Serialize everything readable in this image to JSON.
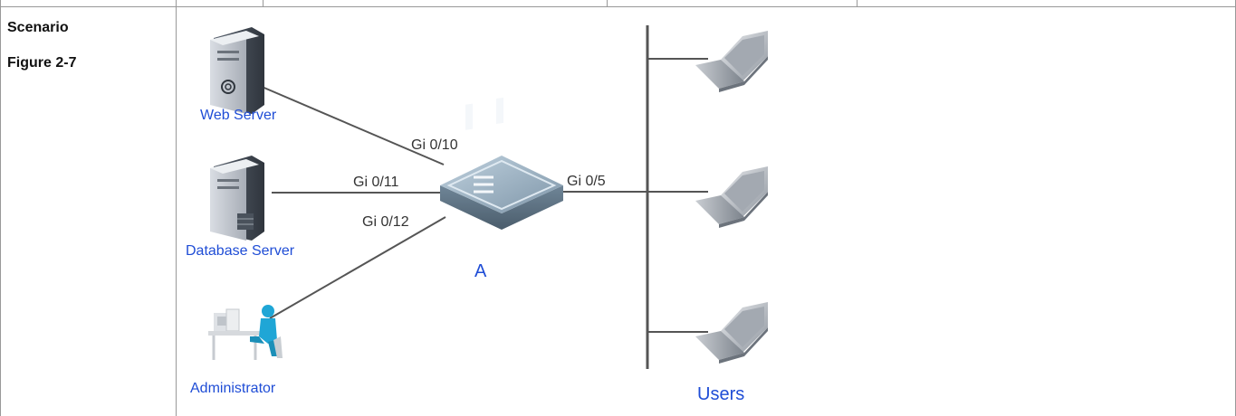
{
  "row": {
    "heading": "Scenario",
    "figure": "Figure 2-7"
  },
  "diagram": {
    "nodes": {
      "web_server": "Web Server",
      "database_server": "Database Server",
      "administrator": "Administrator",
      "switch": "A",
      "users": "Users"
    },
    "ports": {
      "web": "Gi 0/10",
      "database": "Gi 0/11",
      "admin": "Gi 0/12",
      "users": "Gi 0/5"
    }
  },
  "colors": {
    "node_label": "#1f4dd6",
    "line": "#555555",
    "grid": "#999999"
  }
}
